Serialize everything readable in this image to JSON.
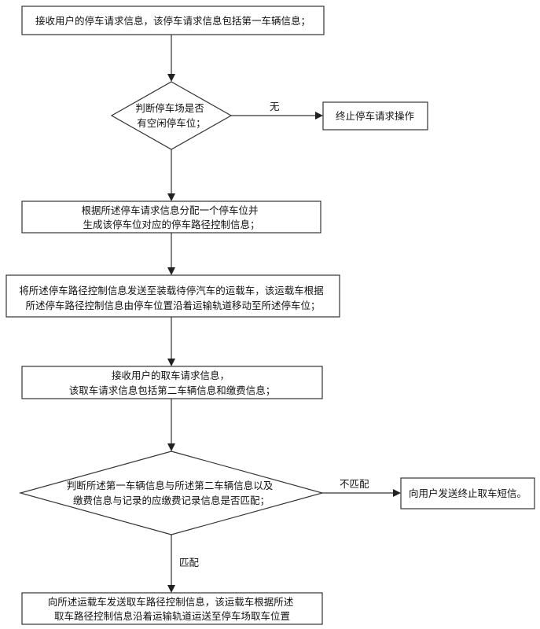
{
  "colors": {
    "stroke": "#333333",
    "text": "#111111",
    "background": "#ffffff"
  },
  "nodes": {
    "receive_parking_request": {
      "lines": [
        "接收用户的停车请求信息，该停车请求信息包括第一车辆信息；"
      ]
    },
    "check_free_spot": {
      "lines": [
        "判断停车场是否",
        "有空闲停车位；"
      ]
    },
    "terminate_parking": {
      "lines": [
        "终止停车请求操作"
      ]
    },
    "allocate_spot": {
      "lines": [
        "根据所述停车请求信息分配一个停车位并",
        "生成该停车位对应的停车路径控制信息；"
      ]
    },
    "send_to_carrier": {
      "lines": [
        "将所述停车路径控制信息发送至装载待停汽车的运载车，该运载车根据",
        "所述停车路径控制信息由停车位置沿着运输轨道移动至所述停车位；"
      ]
    },
    "receive_pickup_request": {
      "lines": [
        "接收用户的取车请求信息，",
        "该取车请求信息包括第二车辆信息和缴费信息；"
      ]
    },
    "check_match": {
      "lines": [
        "判断所述第一车辆信息与所述第二车辆信息以及",
        "缴费信息与记录的应缴费记录信息是否匹配；"
      ]
    },
    "send_terminate_sms": {
      "lines": [
        "向用户发送终止取车短信。"
      ]
    },
    "send_pickup_path": {
      "lines": [
        "向所述运载车发送取车路径控制信息，该运载车根据所述",
        "取车路径控制信息沿着运输轨道运送至停车场取车位置"
      ]
    }
  },
  "edges": {
    "no_free_spot_label": "无",
    "no_match_label": "不匹配",
    "match_label": "匹配"
  }
}
